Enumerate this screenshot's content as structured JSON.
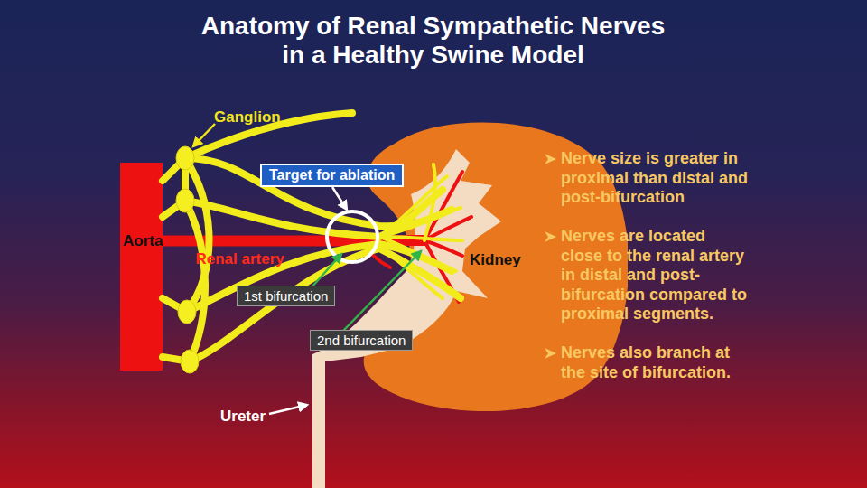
{
  "diagram": {
    "title": "Anatomy of Renal Sympathetic Nerves in a Healthy Swine Model",
    "nodes": [
      {
        "text": [
          "Target for ablation"
        ]
      },
      {
        "text": [
          "Aorta"
        ]
      },
      {
        "text": [
          "Kidney"
        ]
      },
      {
        "text": [
          "1st bifurcation"
        ]
      },
      {
        "text": [
          "2nd bifurcation"
        ]
      }
    ],
    "edges": [
      {
        "from": 1,
        "to": 2,
        "label": "Renal artery",
        "arrow": "none"
      }
    ],
    "labels": [
      "Ganglion",
      "Nerve size is greater in proximal than distal and post-bifurcation",
      "Nerves are located close to the renal artery in distal and post-bifurcation compared to proximal segments.",
      "Nerves also branch at the site of bifurcation.",
      "Ureter"
    ]
  }
}
